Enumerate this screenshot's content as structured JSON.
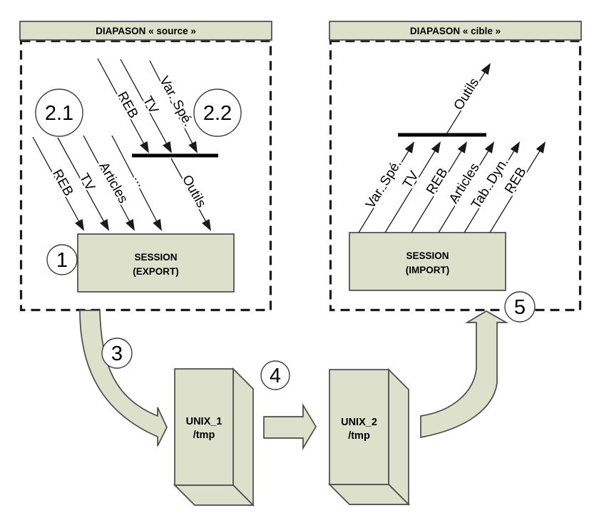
{
  "colors": {
    "shape_fill": "#dde1cb",
    "shape_stroke": "#4a4a4a",
    "line_color": "#1a1a1a"
  },
  "source_panel": {
    "title": "DIAPASON « source »",
    "badge_1": "1",
    "badge_2_1": "2.1",
    "badge_2_2": "2.2",
    "bar_arrow_labels": [
      "REB",
      "TV",
      "Var. Spé."
    ],
    "session_arrow_labels": [
      "REB",
      "TV",
      "Articles",
      "...",
      "Outils"
    ],
    "session_box": {
      "line1": "SESSION",
      "line2": "(EXPORT)"
    }
  },
  "target_panel": {
    "title": "DIAPASON « cible »",
    "badge_5": "5",
    "outils_label": "Outils",
    "session_arrow_labels": [
      "Var. Spé.",
      "TV",
      "REB",
      "Articles",
      "Tab. Dyn.",
      "REB"
    ],
    "session_box": {
      "line1": "SESSION",
      "line2": "(IMPORT)"
    }
  },
  "transfer_flow": {
    "badge_3": "3",
    "badge_4": "4",
    "unix1_box": {
      "line1": "UNIX_1",
      "line2": "/tmp"
    },
    "unix2_box": {
      "line1": "UNIX_2",
      "line2": "/tmp"
    }
  }
}
